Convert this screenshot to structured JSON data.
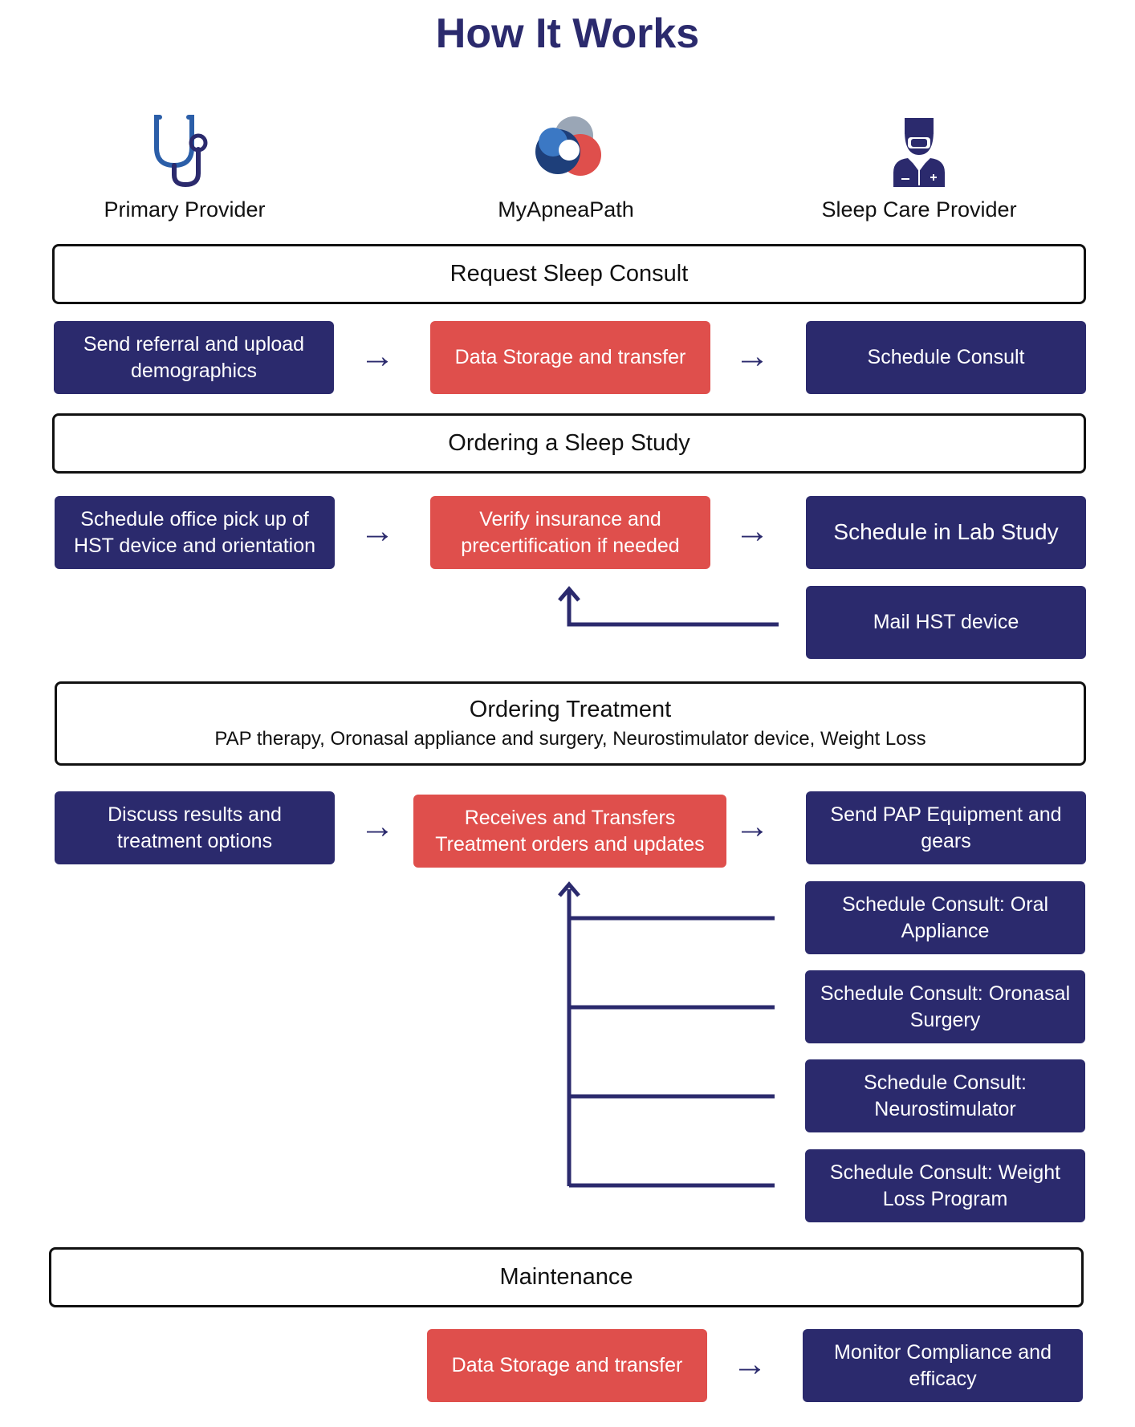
{
  "title": "How It Works",
  "roles": [
    {
      "label": "Primary Provider",
      "icon": "stethoscope-icon"
    },
    {
      "label": "MyApneaPath",
      "icon": "myapneapath-logo-icon"
    },
    {
      "label": "Sleep Care Provider",
      "icon": "doctor-icon"
    }
  ],
  "sections": {
    "request": {
      "title": "Request Sleep Consult",
      "primary": "Send referral and upload demographics",
      "platform": "Data Storage and transfer",
      "sleep": "Schedule Consult"
    },
    "study": {
      "title": "Ordering a Sleep Study",
      "primary": "Schedule office pick up of HST device and orientation",
      "platform": "Verify insurance and precertification if needed",
      "sleep_lab": "Schedule in Lab Study",
      "sleep_mail": "Mail HST device"
    },
    "treatment": {
      "title": "Ordering Treatment",
      "subtitle": "PAP therapy, Oronasal appliance and surgery, Neurostimulator device, Weight Loss",
      "primary": "Discuss results and treatment options",
      "platform": "Receives and Transfers Treatment orders and updates",
      "options": [
        "Send PAP Equipment and gears",
        "Schedule Consult: Oral Appliance",
        "Schedule Consult: Oronasal Surgery",
        "Schedule Consult: Neurostimulator",
        "Schedule Consult: Weight Loss Program"
      ]
    },
    "maintenance": {
      "title": "Maintenance",
      "platform": "Data Storage and transfer",
      "sleep": "Monitor Compliance and efficacy"
    }
  },
  "colors": {
    "navy": "#2b2a6d",
    "red": "#df4f4c"
  }
}
